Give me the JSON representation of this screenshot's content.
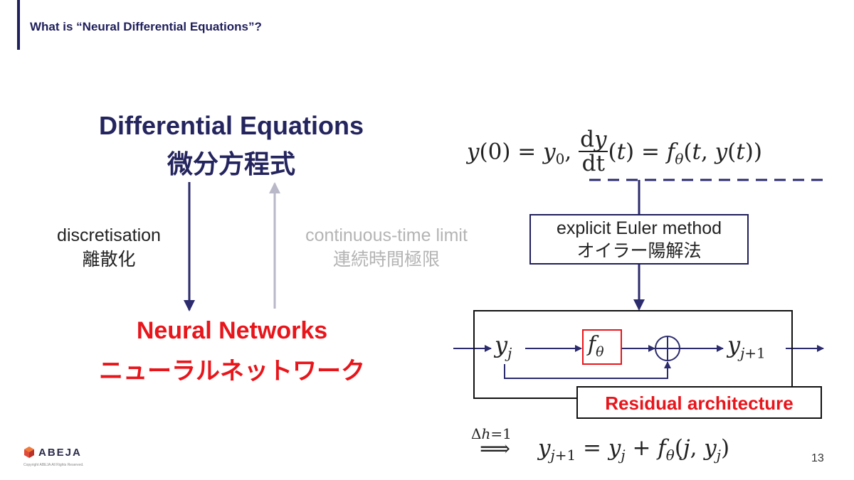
{
  "header": {
    "title": "What is “Neural Differential Equations”?"
  },
  "left": {
    "de_en": "Differential Equations",
    "de_ja": "微分方程式",
    "nn_en": "Neural Networks",
    "nn_ja": "ニューラルネットワーク",
    "disc_en": "discretisation",
    "disc_ja": "離散化",
    "cont_en": "continuous-time limit",
    "cont_ja": "連続時間極限"
  },
  "right": {
    "euler_en": "explicit Euler method",
    "euler_ja": "オイラー陽解法",
    "residual_label": "Residual architecture"
  },
  "footer": {
    "logo": "ABEJA",
    "copyright": "Copyright ABEJA All Rights Reserved.",
    "page_number": "13"
  },
  "colors": {
    "navy": "#1f1f5c",
    "red": "#e8151b",
    "gray": "#b4b4b4"
  }
}
